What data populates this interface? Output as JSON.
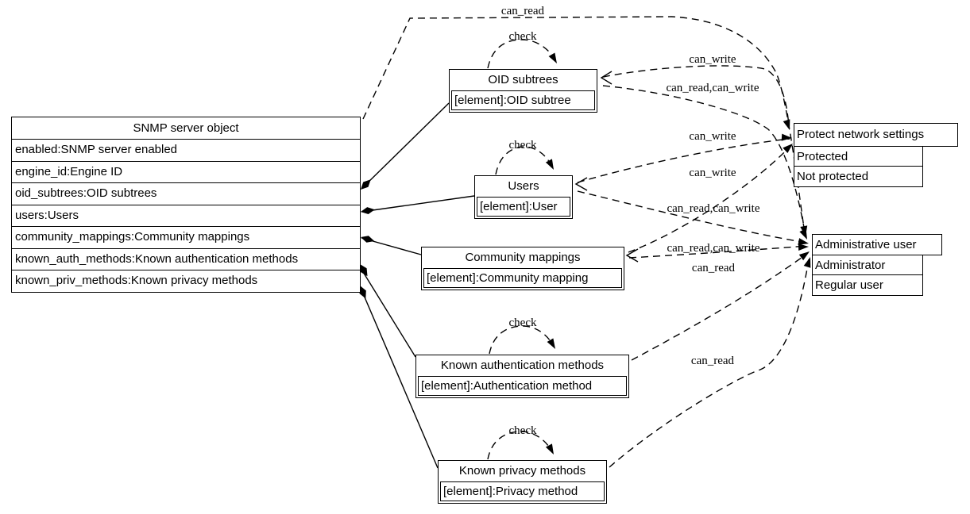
{
  "diagram": {
    "nodes": {
      "snmp_server": {
        "title": "SNMP server object",
        "rows": [
          "enabled:SNMP server enabled",
          "engine_id:Engine ID",
          "oid_subtrees:OID subtrees",
          "users:Users",
          "community_mappings:Community mappings",
          "known_auth_methods:Known authentication methods",
          "known_priv_methods:Known privacy methods"
        ]
      },
      "oid_subtrees": {
        "title": "OID subtrees",
        "rows": [
          "[element]:OID subtree"
        ]
      },
      "users": {
        "title": "Users",
        "rows": [
          "[element]:User"
        ]
      },
      "community_mappings": {
        "title": "Community mappings",
        "rows": [
          "[element]:Community mapping"
        ]
      },
      "known_auth_methods": {
        "title": "Known authentication methods",
        "rows": [
          "[element]:Authentication method"
        ]
      },
      "known_priv_methods": {
        "title": "Known privacy methods",
        "rows": [
          "[element]:Privacy method"
        ]
      },
      "protect_network_settings": {
        "title": "Protect network settings",
        "rows": [
          "Protected",
          "Not protected"
        ]
      },
      "administrative_user": {
        "title": "Administrative user",
        "rows": [
          "Administrator",
          "Regular user"
        ]
      }
    },
    "edges": {
      "snmp_can_read": "can_read",
      "oid_check": "check",
      "oid_can_write": "can_write",
      "oid_can_read_can_write": "can_read,can_write",
      "users_check": "check",
      "users_can_write": "can_write",
      "community_can_write": "can_write",
      "users_can_read_can_write": "can_read,can_write",
      "community_can_read_can_write": "can_read,can_write",
      "auth_can_read": "can_read",
      "auth_check": "check",
      "priv_can_read": "can_read",
      "priv_check": "check"
    },
    "colors": {
      "line": "#000000",
      "background": "#ffffff",
      "text": "#000000"
    }
  }
}
